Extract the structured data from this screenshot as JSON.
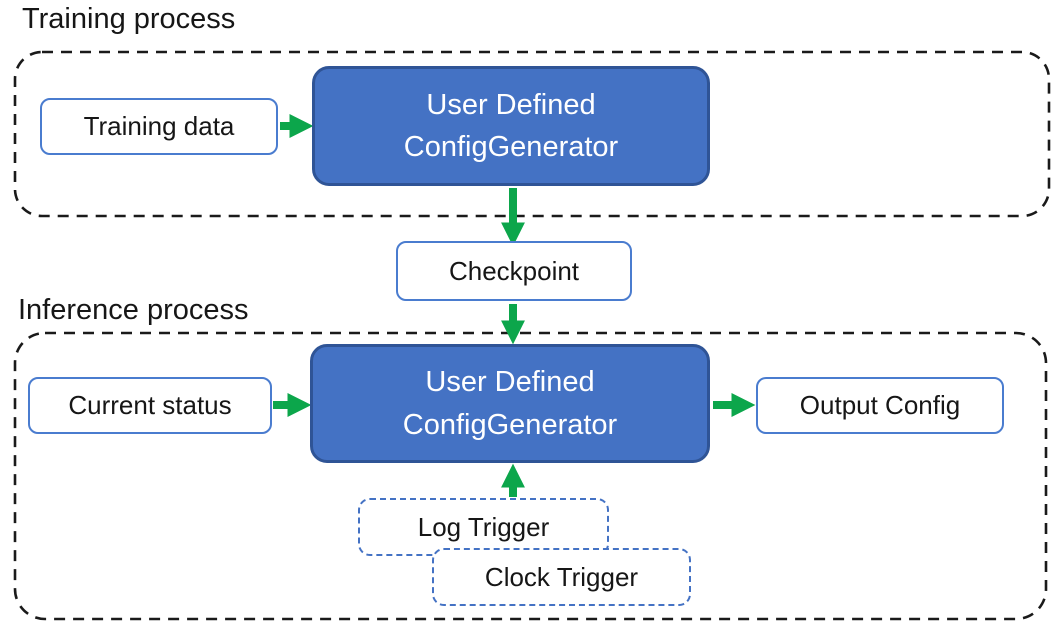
{
  "sections": {
    "training": {
      "label": "Training process"
    },
    "inference": {
      "label": "Inference process"
    }
  },
  "nodes": {
    "training_data": {
      "label": "Training data"
    },
    "training_generator": {
      "line1": "User Defined",
      "line2": "ConfigGenerator"
    },
    "checkpoint": {
      "label": "Checkpoint"
    },
    "current_status": {
      "label": "Current status"
    },
    "inference_generator": {
      "line1": "User Defined",
      "line2": "ConfigGenerator"
    },
    "output_config": {
      "label": "Output Config"
    },
    "log_trigger": {
      "label": "Log Trigger"
    },
    "clock_trigger": {
      "label": "Clock Trigger"
    }
  },
  "edges": [
    {
      "from": "training_data",
      "to": "training_generator"
    },
    {
      "from": "training_generator",
      "to": "checkpoint"
    },
    {
      "from": "checkpoint",
      "to": "inference_generator"
    },
    {
      "from": "current_status",
      "to": "inference_generator"
    },
    {
      "from": "inference_generator",
      "to": "output_config"
    },
    {
      "from": "log_trigger",
      "to": "inference_generator"
    }
  ],
  "colors": {
    "node_fill": "#4472C4",
    "node_border": "#2F5496",
    "io_box_border": "#4A7CCF",
    "trigger_border": "#4472C4",
    "arrow_green": "#0CA64B",
    "container_dash": "#1a1a1a",
    "text_dark": "#161616",
    "text_light": "#FFFFFF"
  }
}
